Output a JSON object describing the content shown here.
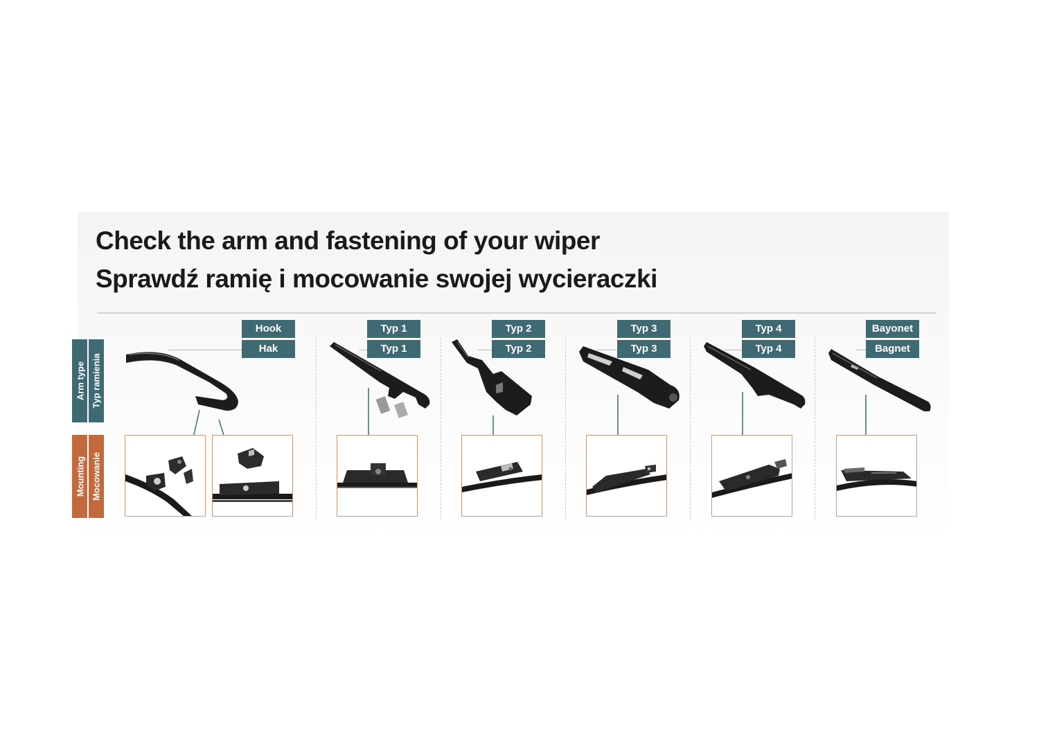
{
  "title": {
    "line_en": "Check the arm and fastening of your wiper",
    "line_pl": "Sprawdź ramię i mocowanie swojej wycieraczki"
  },
  "side_labels": {
    "arm_en": "Arm type",
    "arm_pl": "Typ ramienia",
    "mount_en": "Mounting",
    "mount_pl": "Mocowanie"
  },
  "colors": {
    "tag": "#3f6a74",
    "arm_block": "#3f6a74",
    "mount_block": "#c26a3e",
    "mount_box_border": "#c99a7d"
  },
  "types": [
    {
      "label_en": "Hook",
      "label_pl": "Hak",
      "icon": "hook-arm-icon"
    },
    {
      "label_en": "Typ 1",
      "label_pl": "Typ 1",
      "icon": "typ1-arm-icon"
    },
    {
      "label_en": "Typ 2",
      "label_pl": "Typ 2",
      "icon": "typ2-arm-icon"
    },
    {
      "label_en": "Typ 3",
      "label_pl": "Typ 3",
      "icon": "typ3-arm-icon"
    },
    {
      "label_en": "Typ 4",
      "label_pl": "Typ 4",
      "icon": "typ4-arm-icon"
    },
    {
      "label_en": "Bayonet",
      "label_pl": "Bagnet",
      "icon": "bayonet-arm-icon"
    }
  ]
}
